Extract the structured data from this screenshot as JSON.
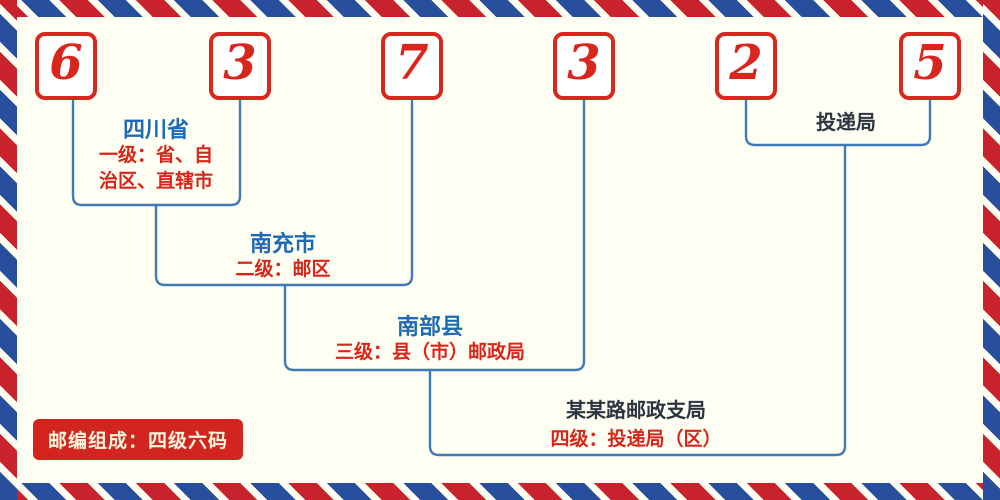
{
  "diagram": {
    "code": "637325",
    "digits": [
      "6",
      "3",
      "7",
      "3",
      "2",
      "5"
    ],
    "levels": {
      "level1": {
        "place": "四川省",
        "desc_line1": "一级：省、自",
        "desc_line2": "治区、直辖市"
      },
      "level2": {
        "place": "南充市",
        "desc": "二级：邮区"
      },
      "level3": {
        "place": "南部县",
        "desc": "三级：县（市）邮政局"
      },
      "level4": {
        "place": "某某路邮政支局",
        "desc": "四级：投递局（区）"
      },
      "delivery": {
        "label": "投递局"
      }
    },
    "footer": {
      "text": "邮编组成：四级六码"
    },
    "colors": {
      "digit_red": "#d9261c",
      "place_blue": "#1e6ab5",
      "desc_red": "#d9261c",
      "dark_label": "#2b3440",
      "line_blue": "#3f79b6",
      "border_red": "#c8232c",
      "border_blue": "#274f9e",
      "background": "#fffef2"
    }
  }
}
